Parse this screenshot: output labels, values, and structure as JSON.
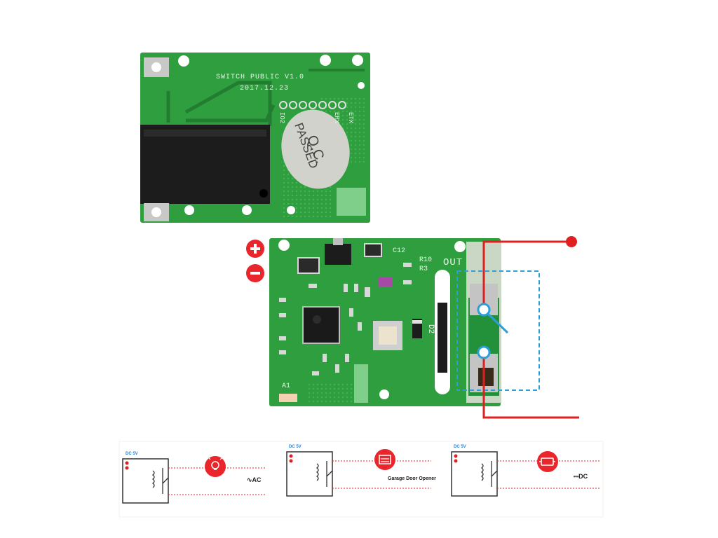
{
  "top_board": {
    "silkscreen_line1": "SWITCH PUBLIC V1.0",
    "silkscreen_line2": "2017.12.23",
    "qc_sticker_line1": "Q.C.",
    "qc_sticker_line2": "PASSED",
    "pin_labels": [
      "IO2",
      "ERX",
      "ETX"
    ]
  },
  "main_board": {
    "out_label": "OUT",
    "component_labels": [
      "C12",
      "R10",
      "R3",
      "D2",
      "A1"
    ],
    "polarity_plus": "+",
    "polarity_minus": "−"
  },
  "diagrams": [
    {
      "supply_label": "DC 5V",
      "load_icon": "bulb-icon",
      "load_label": "∿AC"
    },
    {
      "supply_label": "DC 5V",
      "load_icon": "garage-icon",
      "load_label": "Garage Door Opener"
    },
    {
      "supply_label": "DC 5V",
      "load_icon": "engine-icon",
      "load_label": "⎓DC"
    }
  ],
  "colors": {
    "pcb_green": "#2f9e3f",
    "pcb_dark": "#1f7a2d",
    "relay_black": "#1c1c1c",
    "wire_red": "#e02020",
    "switch_blue": "#2a9fd8",
    "badge_red": "#e8262b"
  }
}
